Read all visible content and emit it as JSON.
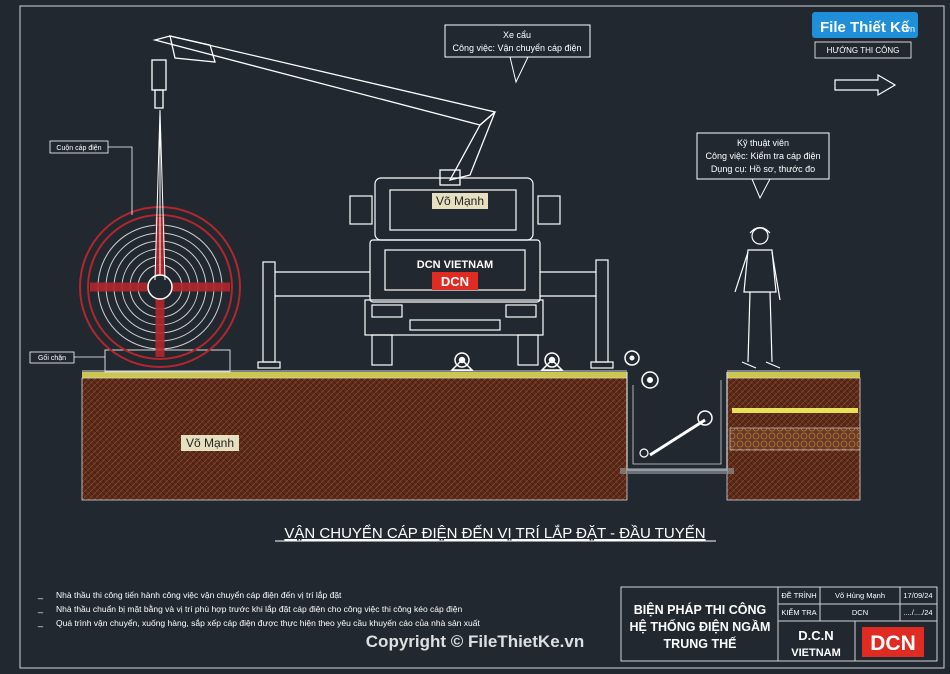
{
  "brand": {
    "logo_text": "File Thiết Kế",
    "logo_suffix": ".vn",
    "direction_label": "HƯỚNG THI CÔNG"
  },
  "callouts": {
    "crane_title": "Xe cẩu",
    "crane_task": "Công việc: Vận chuyển cáp điện",
    "tech_title": "Kỹ thuật viên",
    "tech_task": "Công việc: Kiểm tra cáp điện",
    "tech_tools": "Dụng cụ: Hồ sơ, thước đo",
    "reel_label": "Cuộn cáp điện",
    "block_label": "Gối chặn"
  },
  "truck": {
    "nameplate": "Võ Mạnh",
    "company": "DCN VIETNAM",
    "logo": "DCN"
  },
  "ground_tag": "Võ Mạnh",
  "title": "VẬN CHUYỂN CÁP ĐIỆN ĐẾN VỊ TRÍ LẮP ĐẶT - ĐẦU TUYẾN",
  "notes": [
    "Nhà thầu thi công tiến hành công việc vận chuyển cáp điện đến vị trí lắp đặt",
    "Nhà thầu chuẩn bị mặt bằng và vị trí phù hợp trước khi lắp đặt cáp điện cho công việc thi công kéo cáp điện",
    "Quá trình vận chuyển, xuống hàng, sắp xếp cáp điện được thực hiện theo yêu cầu khuyến cáo của nhà sản xuất"
  ],
  "title_block": {
    "project_line1": "BIỆN PHÁP THI CÔNG",
    "project_line2": "HỆ THỐNG ĐIỆN NGẦM",
    "project_line3": "TRUNG THẾ",
    "row1_label": "ĐỀ TRÌNH",
    "row1_name": "Võ Hùng Mạnh",
    "row1_date": "17/09/24",
    "row2_label": "KIỂM TRA",
    "row2_name": "DCN",
    "row2_date": "..../..../24",
    "company_line1": "D.C.N",
    "company_line2": "VIETNAM",
    "company_logo": "DCN"
  },
  "watermark": "Copyright © FileThietKe.vn",
  "colors": {
    "background": "#212830",
    "soil": "#5a2a1a",
    "reel": "#b3262d",
    "cable_yellow": "#e8e25a",
    "brand_red": "#e02b22",
    "accent_blue": "#1e8fd8"
  }
}
